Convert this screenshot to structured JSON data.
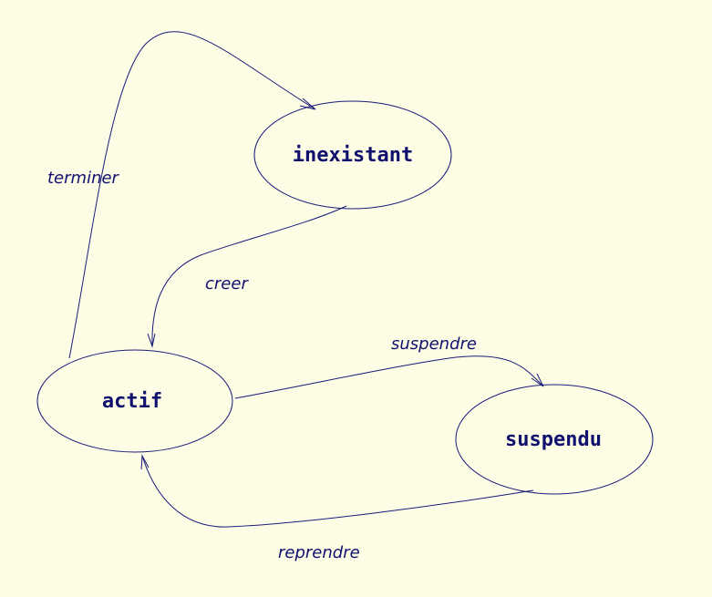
{
  "states": {
    "inexistant": "inexistant",
    "actif": "actif",
    "suspendu": "suspendu"
  },
  "transitions": {
    "terminer": "terminer",
    "creer": "creer",
    "suspendre": "suspendre",
    "reprendre": "reprendre"
  },
  "colors": {
    "background": "#fdfde6",
    "ink": "#1a1a7a"
  }
}
